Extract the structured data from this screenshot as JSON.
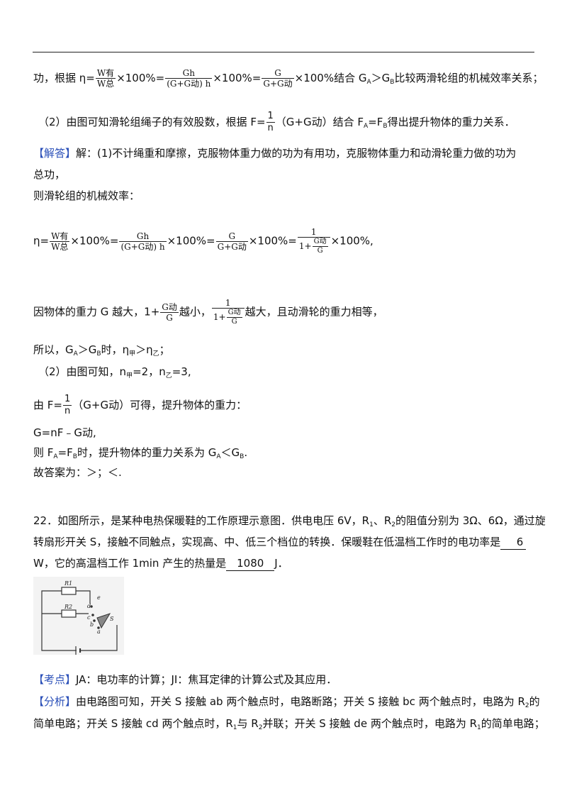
{
  "analysis": {
    "line1_prefix": "功，根据 η=",
    "frac_w_num": "W有",
    "frac_w_den": "W总",
    "times100": "×100%=",
    "frac_gh_num": "Gh",
    "frac_gh_den": "(G+G动) h",
    "frac_g_num": "G",
    "frac_g_den": "G+G动",
    "line1_suffix": "×100%结合 G",
    "sub_a": "A",
    "gt": "＞G",
    "sub_b": "B",
    "line1_end": "比较两滑轮组的机械效率关系；",
    "line2_prefix": "（2）由图可知滑轮组绳子的有效股数，根据 F=",
    "frac_1": "1",
    "frac_n": "n",
    "line2_mid": "（G+G动）结合 F",
    "line2_eq": "=F",
    "line2_end": "得出提升物体的重力关系．"
  },
  "solution": {
    "tag": "【解答】",
    "p1": "解：(1)不计绳重和摩擦，克服物体重力做的功为有用功，克服物体重力和动滑轮重力做的功为",
    "p1b": "总功，",
    "p2": "则滑轮组的机械效率：",
    "eq_prefix": "η=",
    "eq_end": "×100%,",
    "eq_g_over_g": "G动",
    "eq_g": "G",
    "eq_one_plus": "1+",
    "p3_prefix": "因物体的重力 G 越大，1+",
    "p3_mid": "越小，",
    "p3_end": "越大，且动滑轮的重力相等，",
    "p4": "所以，G",
    "p4_mid": "时，η",
    "p4_sub_jia": "甲",
    "p4_gt": "＞η",
    "p4_sub_yi": "乙",
    "p4_end": "；",
    "p5": "（2）由图可知，n",
    "p5_a": "=2，n",
    "p5_b": "=3,",
    "p6_prefix": "由 F=",
    "p6_end": "（G+G动）可得，提升物体的重力：",
    "p7": "G=nF﹣G动,",
    "p8_prefix": "则 F",
    "p8_mid": "时，提升物体的重力关系为 G",
    "p8_lt": "＜G",
    "p8_end": ".",
    "p9": "故答案为：＞；＜."
  },
  "question22": {
    "line1": "22．如图所示，是某种电热保暖鞋的工作原理示意图．供电电压 6V，R",
    "r1_sub": "1",
    "sep": "、R",
    "r2_sub": "2",
    "line1_end": "的阻值分别为 3Ω、6Ω，通过旋",
    "line2": "转扇形开关 S，接触不同触点，实现高、中、低三个档位的转换．保暖鞋在低温档工作时的电功率是",
    "blank1": "6",
    "line3_w": "W，它的高温档工作 1min 产生的热量是",
    "blank2": "1080",
    "line3_end": "J．"
  },
  "figure": {
    "r1": "R1",
    "r2": "R2",
    "labels": [
      "a",
      "b",
      "c",
      "d",
      "e",
      "S"
    ]
  },
  "kaodian": {
    "tag": "【考点】",
    "text": "JA：电功率的计算；JI：焦耳定律的计算公式及其应用．"
  },
  "fenxi": {
    "tag": "【分析】",
    "line1": "由电路图可知，开关 S 接触 ab 两个触点时，电路断路；开关 S 接触 bc 两个触点时，电路为 R",
    "line1_sub": "2",
    "line1_end": "的",
    "line2": "简单电路；开关 S 接触 cd 两个触点时，R",
    "line2_and": "与 R",
    "line2_mid": "并联；开关 S 接触 de 两个触点时，电路为 R",
    "line2_end": "的简单电路；"
  }
}
